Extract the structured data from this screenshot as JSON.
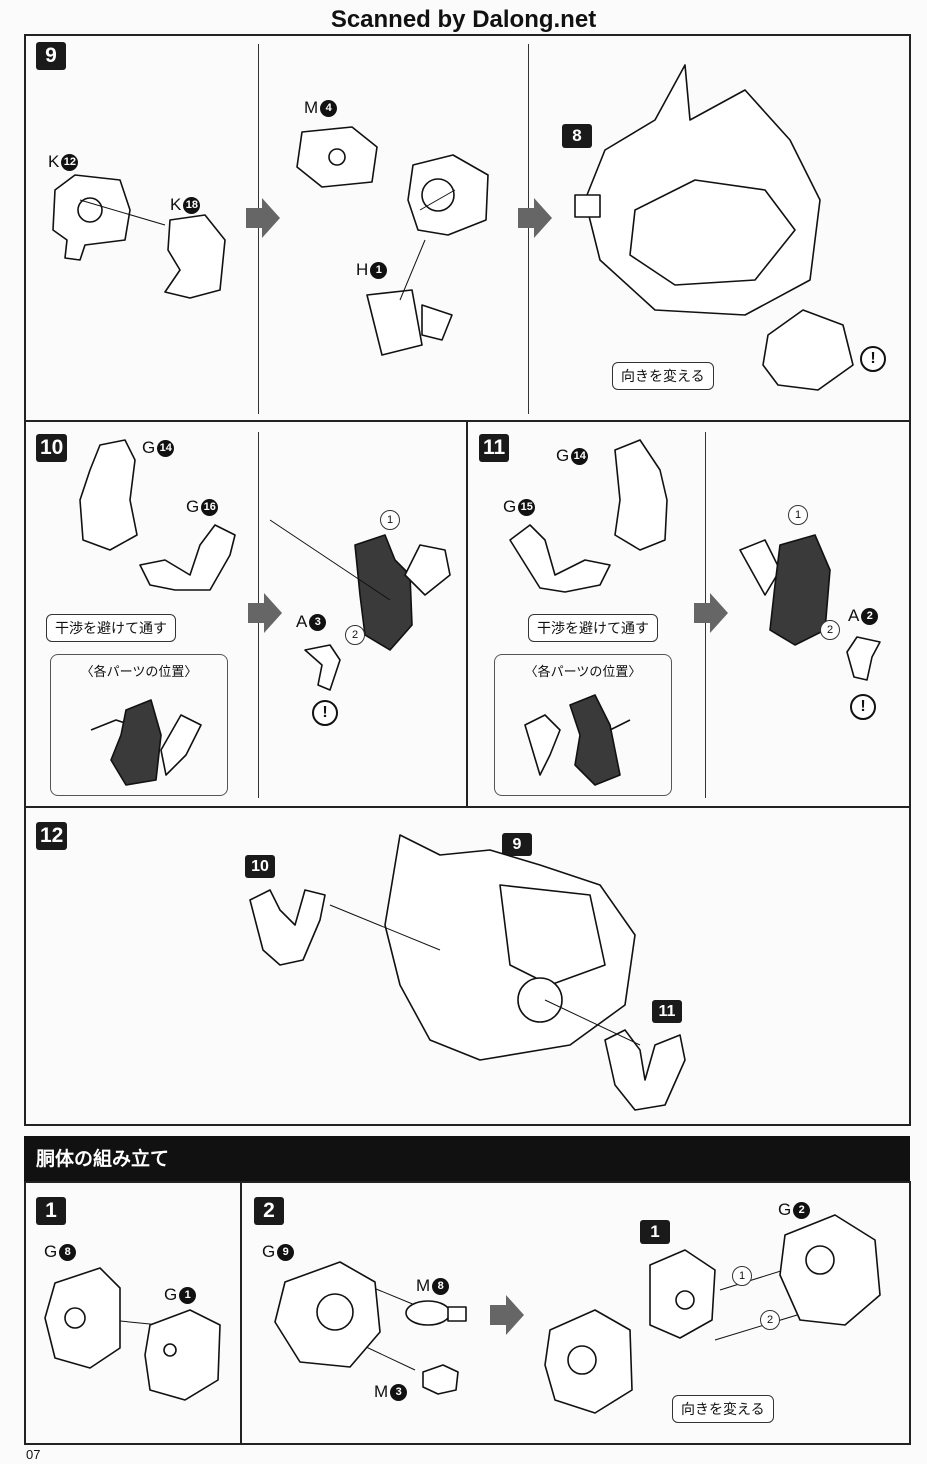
{
  "watermark": "Scanned by Dalong.net",
  "page_number": "07",
  "section_title": "胴体の組み立て",
  "notes": {
    "turn_around": "向きを変える",
    "avoid_interference": "干渉を避けて通す",
    "part_positions": "〈各パーツの位置〉",
    "caution": "!"
  },
  "steps": {
    "s9": {
      "number": "9",
      "sub_ref": "8",
      "parts": [
        {
          "letter": "K",
          "num": "12"
        },
        {
          "letter": "K",
          "num": "18"
        },
        {
          "letter": "M",
          "num": "4"
        },
        {
          "letter": "H",
          "num": "1"
        }
      ]
    },
    "s10": {
      "number": "10",
      "parts": [
        {
          "letter": "G",
          "num": "14"
        },
        {
          "letter": "G",
          "num": "16"
        },
        {
          "letter": "A",
          "num": "3"
        }
      ],
      "order": [
        "1",
        "2"
      ]
    },
    "s11": {
      "number": "11",
      "parts": [
        {
          "letter": "G",
          "num": "14"
        },
        {
          "letter": "G",
          "num": "15"
        },
        {
          "letter": "A",
          "num": "2"
        }
      ],
      "order": [
        "1",
        "2"
      ]
    },
    "s12": {
      "number": "12",
      "refs": [
        "10",
        "9",
        "11"
      ]
    },
    "t1": {
      "number": "1",
      "parts": [
        {
          "letter": "G",
          "num": "8"
        },
        {
          "letter": "G",
          "num": "1"
        }
      ]
    },
    "t2": {
      "number": "2",
      "sub_ref": "1",
      "parts": [
        {
          "letter": "G",
          "num": "9"
        },
        {
          "letter": "M",
          "num": "8"
        },
        {
          "letter": "M",
          "num": "3"
        },
        {
          "letter": "G",
          "num": "2"
        }
      ],
      "order": [
        "1",
        "2"
      ]
    }
  }
}
